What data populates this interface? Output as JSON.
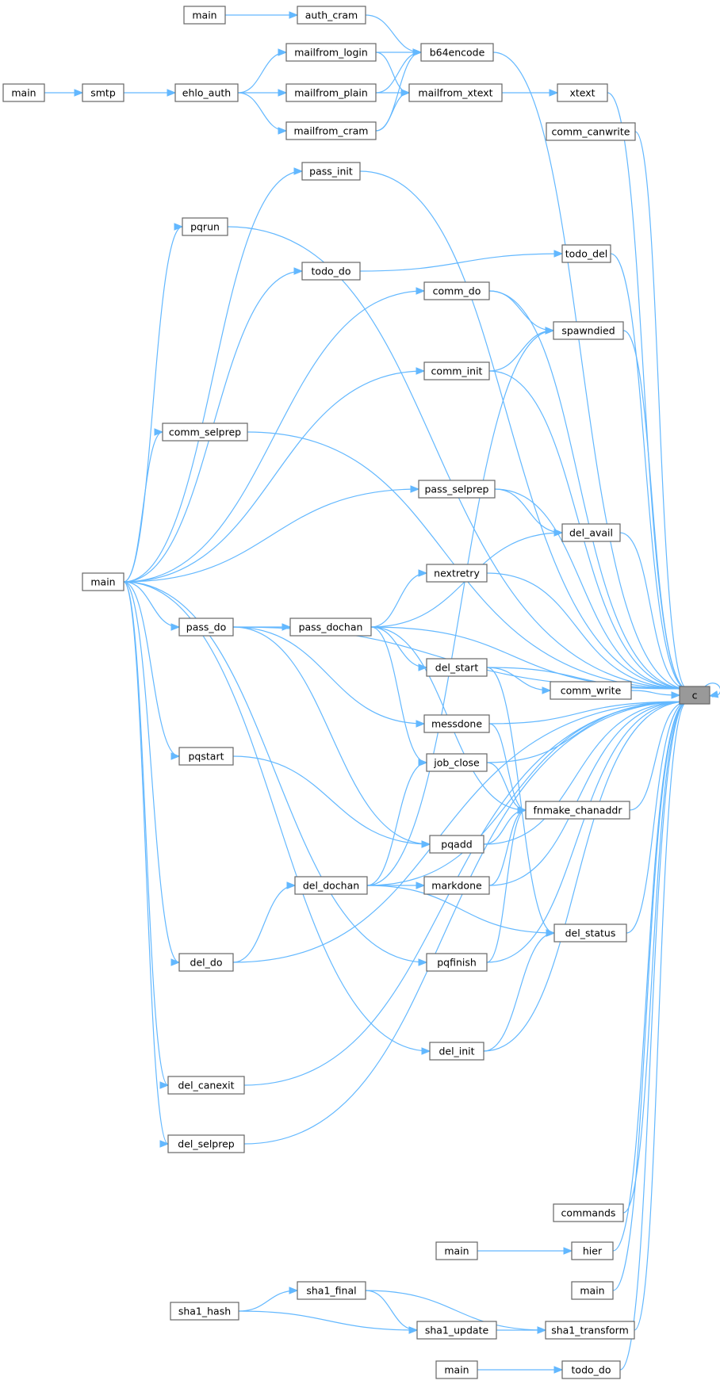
{
  "diagram": {
    "edge_color": "#63b8ff",
    "node_fill": "#ffffff",
    "focus_fill": "#999999",
    "nodes": [
      {
        "id": "c",
        "label": "c",
        "focus": true
      },
      {
        "id": "main_auth",
        "label": "main"
      },
      {
        "id": "auth_cram",
        "label": "auth_cram"
      },
      {
        "id": "b64encode",
        "label": "b64encode"
      },
      {
        "id": "mailfrom_login",
        "label": "mailfrom_login"
      },
      {
        "id": "main_smtp",
        "label": "main"
      },
      {
        "id": "smtp",
        "label": "smtp"
      },
      {
        "id": "ehlo_auth",
        "label": "ehlo_auth"
      },
      {
        "id": "mailfrom_plain",
        "label": "mailfrom_plain"
      },
      {
        "id": "mailfrom_xtext",
        "label": "mailfrom_xtext"
      },
      {
        "id": "xtext",
        "label": "xtext"
      },
      {
        "id": "mailfrom_cram",
        "label": "mailfrom_cram"
      },
      {
        "id": "comm_canwrite",
        "label": "comm_canwrite"
      },
      {
        "id": "pass_init",
        "label": "pass_init"
      },
      {
        "id": "pqrun",
        "label": "pqrun"
      },
      {
        "id": "todo_do",
        "label": "todo_do"
      },
      {
        "id": "todo_del",
        "label": "todo_del"
      },
      {
        "id": "comm_do",
        "label": "comm_do"
      },
      {
        "id": "spawndied",
        "label": "spawndied"
      },
      {
        "id": "comm_init",
        "label": "comm_init"
      },
      {
        "id": "comm_selprep",
        "label": "comm_selprep"
      },
      {
        "id": "pass_selprep",
        "label": "pass_selprep"
      },
      {
        "id": "del_avail",
        "label": "del_avail"
      },
      {
        "id": "main_big",
        "label": "main"
      },
      {
        "id": "nextretry",
        "label": "nextretry"
      },
      {
        "id": "pass_do",
        "label": "pass_do"
      },
      {
        "id": "pass_dochan",
        "label": "pass_dochan"
      },
      {
        "id": "del_start",
        "label": "del_start"
      },
      {
        "id": "comm_write",
        "label": "comm_write"
      },
      {
        "id": "messdone",
        "label": "messdone"
      },
      {
        "id": "pqstart",
        "label": "pqstart"
      },
      {
        "id": "job_close",
        "label": "job_close"
      },
      {
        "id": "fnmake_chanaddr",
        "label": "fnmake_chanaddr"
      },
      {
        "id": "pqadd",
        "label": "pqadd"
      },
      {
        "id": "del_dochan",
        "label": "del_dochan"
      },
      {
        "id": "markdone",
        "label": "markdone"
      },
      {
        "id": "del_status",
        "label": "del_status"
      },
      {
        "id": "del_do",
        "label": "del_do"
      },
      {
        "id": "pqfinish",
        "label": "pqfinish"
      },
      {
        "id": "del_init",
        "label": "del_init"
      },
      {
        "id": "del_canexit",
        "label": "del_canexit"
      },
      {
        "id": "del_selprep",
        "label": "del_selprep"
      },
      {
        "id": "commands",
        "label": "commands"
      },
      {
        "id": "main_hier",
        "label": "main"
      },
      {
        "id": "hier",
        "label": "hier"
      },
      {
        "id": "main_solo",
        "label": "main"
      },
      {
        "id": "sha1_final",
        "label": "sha1_final"
      },
      {
        "id": "sha1_hash",
        "label": "sha1_hash"
      },
      {
        "id": "sha1_update",
        "label": "sha1_update"
      },
      {
        "id": "sha1_transform",
        "label": "sha1_transform"
      },
      {
        "id": "main_todo",
        "label": "main"
      },
      {
        "id": "todo_do2",
        "label": "todo_do"
      }
    ],
    "edges": [
      [
        "c",
        "c"
      ],
      [
        "main_auth",
        "auth_cram"
      ],
      [
        "auth_cram",
        "b64encode"
      ],
      [
        "main_smtp",
        "smtp"
      ],
      [
        "smtp",
        "ehlo_auth"
      ],
      [
        "ehlo_auth",
        "mailfrom_login"
      ],
      [
        "ehlo_auth",
        "mailfrom_plain"
      ],
      [
        "ehlo_auth",
        "mailfrom_cram"
      ],
      [
        "mailfrom_login",
        "b64encode"
      ],
      [
        "mailfrom_login",
        "mailfrom_xtext"
      ],
      [
        "mailfrom_plain",
        "b64encode"
      ],
      [
        "mailfrom_plain",
        "mailfrom_xtext"
      ],
      [
        "mailfrom_cram",
        "b64encode"
      ],
      [
        "mailfrom_cram",
        "mailfrom_xtext"
      ],
      [
        "mailfrom_xtext",
        "xtext"
      ],
      [
        "b64encode",
        "c"
      ],
      [
        "xtext",
        "c"
      ],
      [
        "comm_canwrite",
        "c"
      ],
      [
        "main_big",
        "pass_init"
      ],
      [
        "pass_init",
        "c"
      ],
      [
        "main_big",
        "pqrun"
      ],
      [
        "pqrun",
        "c"
      ],
      [
        "main_big",
        "todo_do"
      ],
      [
        "todo_do",
        "todo_del"
      ],
      [
        "todo_del",
        "c"
      ],
      [
        "main_big",
        "comm_do"
      ],
      [
        "comm_do",
        "spawndied"
      ],
      [
        "comm_do",
        "c"
      ],
      [
        "spawndied",
        "c"
      ],
      [
        "main_big",
        "comm_init"
      ],
      [
        "comm_init",
        "spawndied"
      ],
      [
        "comm_init",
        "c"
      ],
      [
        "main_big",
        "comm_selprep"
      ],
      [
        "comm_selprep",
        "c"
      ],
      [
        "main_big",
        "pass_selprep"
      ],
      [
        "pass_selprep",
        "del_avail"
      ],
      [
        "pass_selprep",
        "c"
      ],
      [
        "del_avail",
        "c"
      ],
      [
        "main_big",
        "pass_do"
      ],
      [
        "pass_do",
        "pass_dochan"
      ],
      [
        "pass_do",
        "c"
      ],
      [
        "pass_do",
        "messdone"
      ],
      [
        "pass_do",
        "pqadd"
      ],
      [
        "pass_dochan",
        "del_avail"
      ],
      [
        "pass_dochan",
        "nextretry"
      ],
      [
        "pass_dochan",
        "del_start"
      ],
      [
        "pass_dochan",
        "job_close"
      ],
      [
        "pass_dochan",
        "fnmake_chanaddr"
      ],
      [
        "pass_dochan",
        "c"
      ],
      [
        "nextretry",
        "c"
      ],
      [
        "del_start",
        "comm_write"
      ],
      [
        "del_start",
        "del_status"
      ],
      [
        "del_start",
        "c"
      ],
      [
        "comm_write",
        "c"
      ],
      [
        "messdone",
        "fnmake_chanaddr"
      ],
      [
        "messdone",
        "c"
      ],
      [
        "job_close",
        "fnmake_chanaddr"
      ],
      [
        "job_close",
        "c"
      ],
      [
        "main_big",
        "pqstart"
      ],
      [
        "pqstart",
        "pqadd"
      ],
      [
        "pqadd",
        "fnmake_chanaddr"
      ],
      [
        "pqadd",
        "c"
      ],
      [
        "fnmake_chanaddr",
        "c"
      ],
      [
        "main_big",
        "del_do"
      ],
      [
        "del_do",
        "del_dochan"
      ],
      [
        "del_do",
        "c"
      ],
      [
        "del_dochan",
        "spawndied"
      ],
      [
        "del_dochan",
        "job_close"
      ],
      [
        "del_dochan",
        "markdone"
      ],
      [
        "del_dochan",
        "del_status"
      ],
      [
        "del_dochan",
        "c"
      ],
      [
        "markdone",
        "fnmake_chanaddr"
      ],
      [
        "markdone",
        "c"
      ],
      [
        "del_status",
        "c"
      ],
      [
        "main_big",
        "pqfinish"
      ],
      [
        "pqfinish",
        "fnmake_chanaddr"
      ],
      [
        "pqfinish",
        "c"
      ],
      [
        "main_big",
        "del_init"
      ],
      [
        "del_init",
        "del_status"
      ],
      [
        "del_init",
        "c"
      ],
      [
        "main_big",
        "del_canexit"
      ],
      [
        "del_canexit",
        "c"
      ],
      [
        "main_big",
        "del_selprep"
      ],
      [
        "del_selprep",
        "c"
      ],
      [
        "commands",
        "c"
      ],
      [
        "main_hier",
        "hier"
      ],
      [
        "hier",
        "c"
      ],
      [
        "main_solo",
        "c"
      ],
      [
        "sha1_hash",
        "sha1_final"
      ],
      [
        "sha1_hash",
        "sha1_update"
      ],
      [
        "sha1_final",
        "sha1_update"
      ],
      [
        "sha1_final",
        "sha1_transform"
      ],
      [
        "sha1_update",
        "sha1_transform"
      ],
      [
        "sha1_transform",
        "c"
      ],
      [
        "main_todo",
        "todo_do2"
      ],
      [
        "todo_do2",
        "c"
      ]
    ]
  }
}
